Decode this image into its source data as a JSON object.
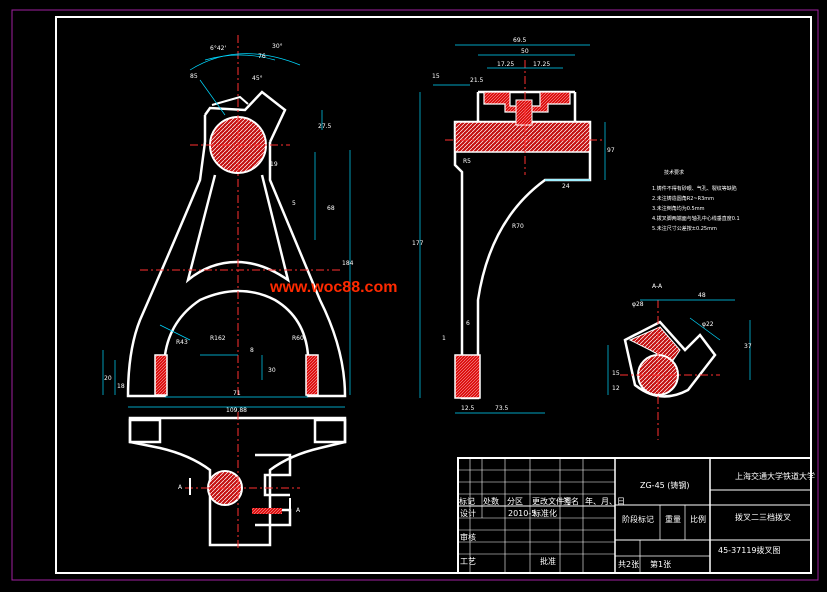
{
  "watermark": "www.woc88.com",
  "technical_notes": {
    "heading": "技术要求",
    "lines": [
      "1.铸件不得有砂眼、气孔、裂纹等缺陷",
      "2.未注铸造圆角R2~R3mm",
      "3.未注倒角均为0.5mm",
      "4.拨叉脚两端面与轴孔中心线垂直度0.1",
      "5.未注尺寸公差按±0.25mm"
    ]
  },
  "section_label": "A-A",
  "cut_marks": {
    "left": "A",
    "right": "A"
  },
  "dims_front": {
    "angle_tl": "6°42'",
    "d76": "76",
    "angle_tr": "30°",
    "d85": "85",
    "angle_45": "45°",
    "d27_5": "27.5",
    "d19": "19",
    "d5": "5",
    "d68": "68",
    "d184": "184",
    "r43": "R43",
    "d8": "8",
    "r162": "R162",
    "r60": "R60",
    "d30": "30",
    "d71": "71",
    "d109": "109.88",
    "d20": "20",
    "d18": "18"
  },
  "dims_side": {
    "d69_5": "69.5",
    "d50": "50",
    "d17_25a": "17.25",
    "d17_25b": "17.25",
    "d15": "15",
    "d21_5": "21.5",
    "d97": "97",
    "d177": "177",
    "r5": "R5",
    "r70": "R70",
    "d24": "24",
    "d1": "1",
    "d6": "6",
    "d12_5": "12.5",
    "d73_5": "73.5"
  },
  "dims_section": {
    "d28": "φ28",
    "d48": "48",
    "d22": "φ22",
    "d37": "37",
    "d15": "15",
    "d12": "12"
  },
  "title_block": {
    "material": "ZG-45 (铸钢)",
    "school": "上海交通大学铁道大学",
    "part_name": "拨叉二三档拨叉",
    "drawing_no": "45-37119拨叉图",
    "headers": [
      "标记",
      "处数",
      "分区",
      "更改文件号",
      "签名",
      "年、月、日"
    ],
    "row_design": [
      "设计",
      "",
      "2010-5",
      "标准化"
    ],
    "label_stage": "阶段标记",
    "label_weight": "重量",
    "label_scale": "比例",
    "row_audit": "审核",
    "row_process": "工艺",
    "row_approve": "批准",
    "sheets_total": "共2张",
    "sheet_no": "第1张"
  }
}
